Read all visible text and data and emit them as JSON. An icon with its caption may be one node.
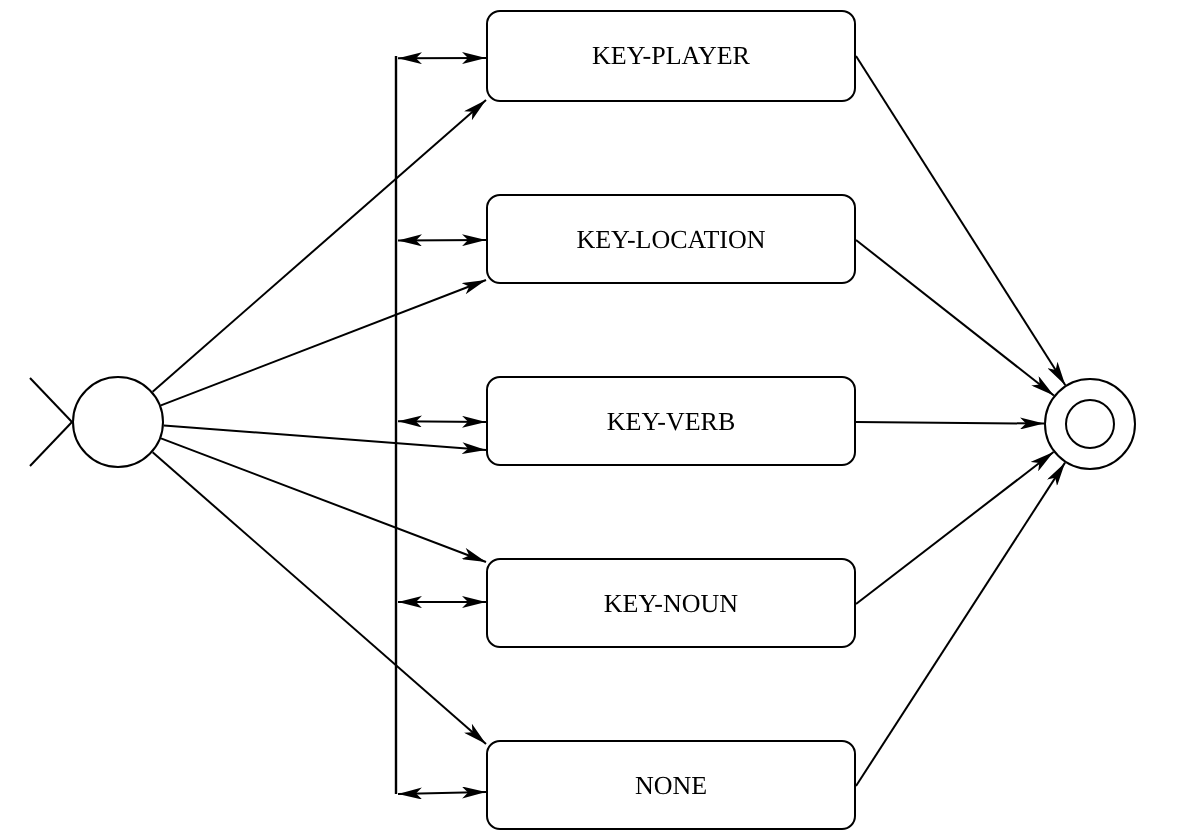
{
  "diagram": {
    "nodes": [
      {
        "text": [],
        "shape": "circle"
      },
      {
        "text": [],
        "shape": "bar"
      },
      {
        "text": [
          "KEY-PLAYER"
        ]
      },
      {
        "text": [
          "KEY-LOCATION"
        ]
      },
      {
        "text": [
          "KEY-VERB"
        ]
      },
      {
        "text": [
          "KEY-NOUN"
        ]
      },
      {
        "text": [
          "NONE"
        ]
      },
      {
        "text": [],
        "shape": "circle"
      }
    ],
    "edges": [
      {
        "from": 0,
        "to": 2,
        "arrow": "to"
      },
      {
        "from": 0,
        "to": 3,
        "arrow": "to"
      },
      {
        "from": 0,
        "to": 4,
        "arrow": "to"
      },
      {
        "from": 0,
        "to": 5,
        "arrow": "to"
      },
      {
        "from": 0,
        "to": 6,
        "arrow": "to"
      },
      {
        "from": 1,
        "to": 2,
        "arrow": "both"
      },
      {
        "from": 1,
        "to": 3,
        "arrow": "both"
      },
      {
        "from": 1,
        "to": 4,
        "arrow": "both"
      },
      {
        "from": 1,
        "to": 5,
        "arrow": "both"
      },
      {
        "from": 1,
        "to": 6,
        "arrow": "both"
      },
      {
        "from": 2,
        "to": 7,
        "arrow": "to"
      },
      {
        "from": 3,
        "to": 7,
        "arrow": "to"
      },
      {
        "from": 4,
        "to": 7,
        "arrow": "to"
      },
      {
        "from": 5,
        "to": 7,
        "arrow": "to"
      },
      {
        "from": 6,
        "to": 7,
        "arrow": "to"
      }
    ]
  }
}
